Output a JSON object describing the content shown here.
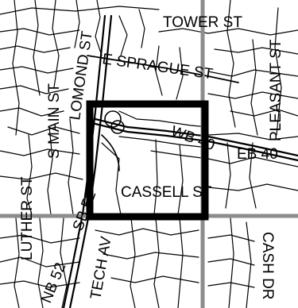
{
  "map": {
    "labels": {
      "tower_st": "TOWER ST",
      "e_sprague_st": "E SPRAGUE ST",
      "lomond_st": "LOMOND ST",
      "s_main_st": "S MAIN ST",
      "pleasant_st": "PLEASANT ST",
      "wb_40": "WB 40",
      "eb_40": "EB 40",
      "cassell_st": "CASSELL ST",
      "luther_st": "LUTHER ST",
      "sb_52": "SB 52",
      "nb_52": "NB 52",
      "tech_av": "TECH AV",
      "cash_dr": "CASH DR"
    },
    "colors": {
      "street": "#000000",
      "grid_line": "#8c8c8c",
      "highlight_box": "#000000",
      "background": "#ffffff"
    }
  }
}
